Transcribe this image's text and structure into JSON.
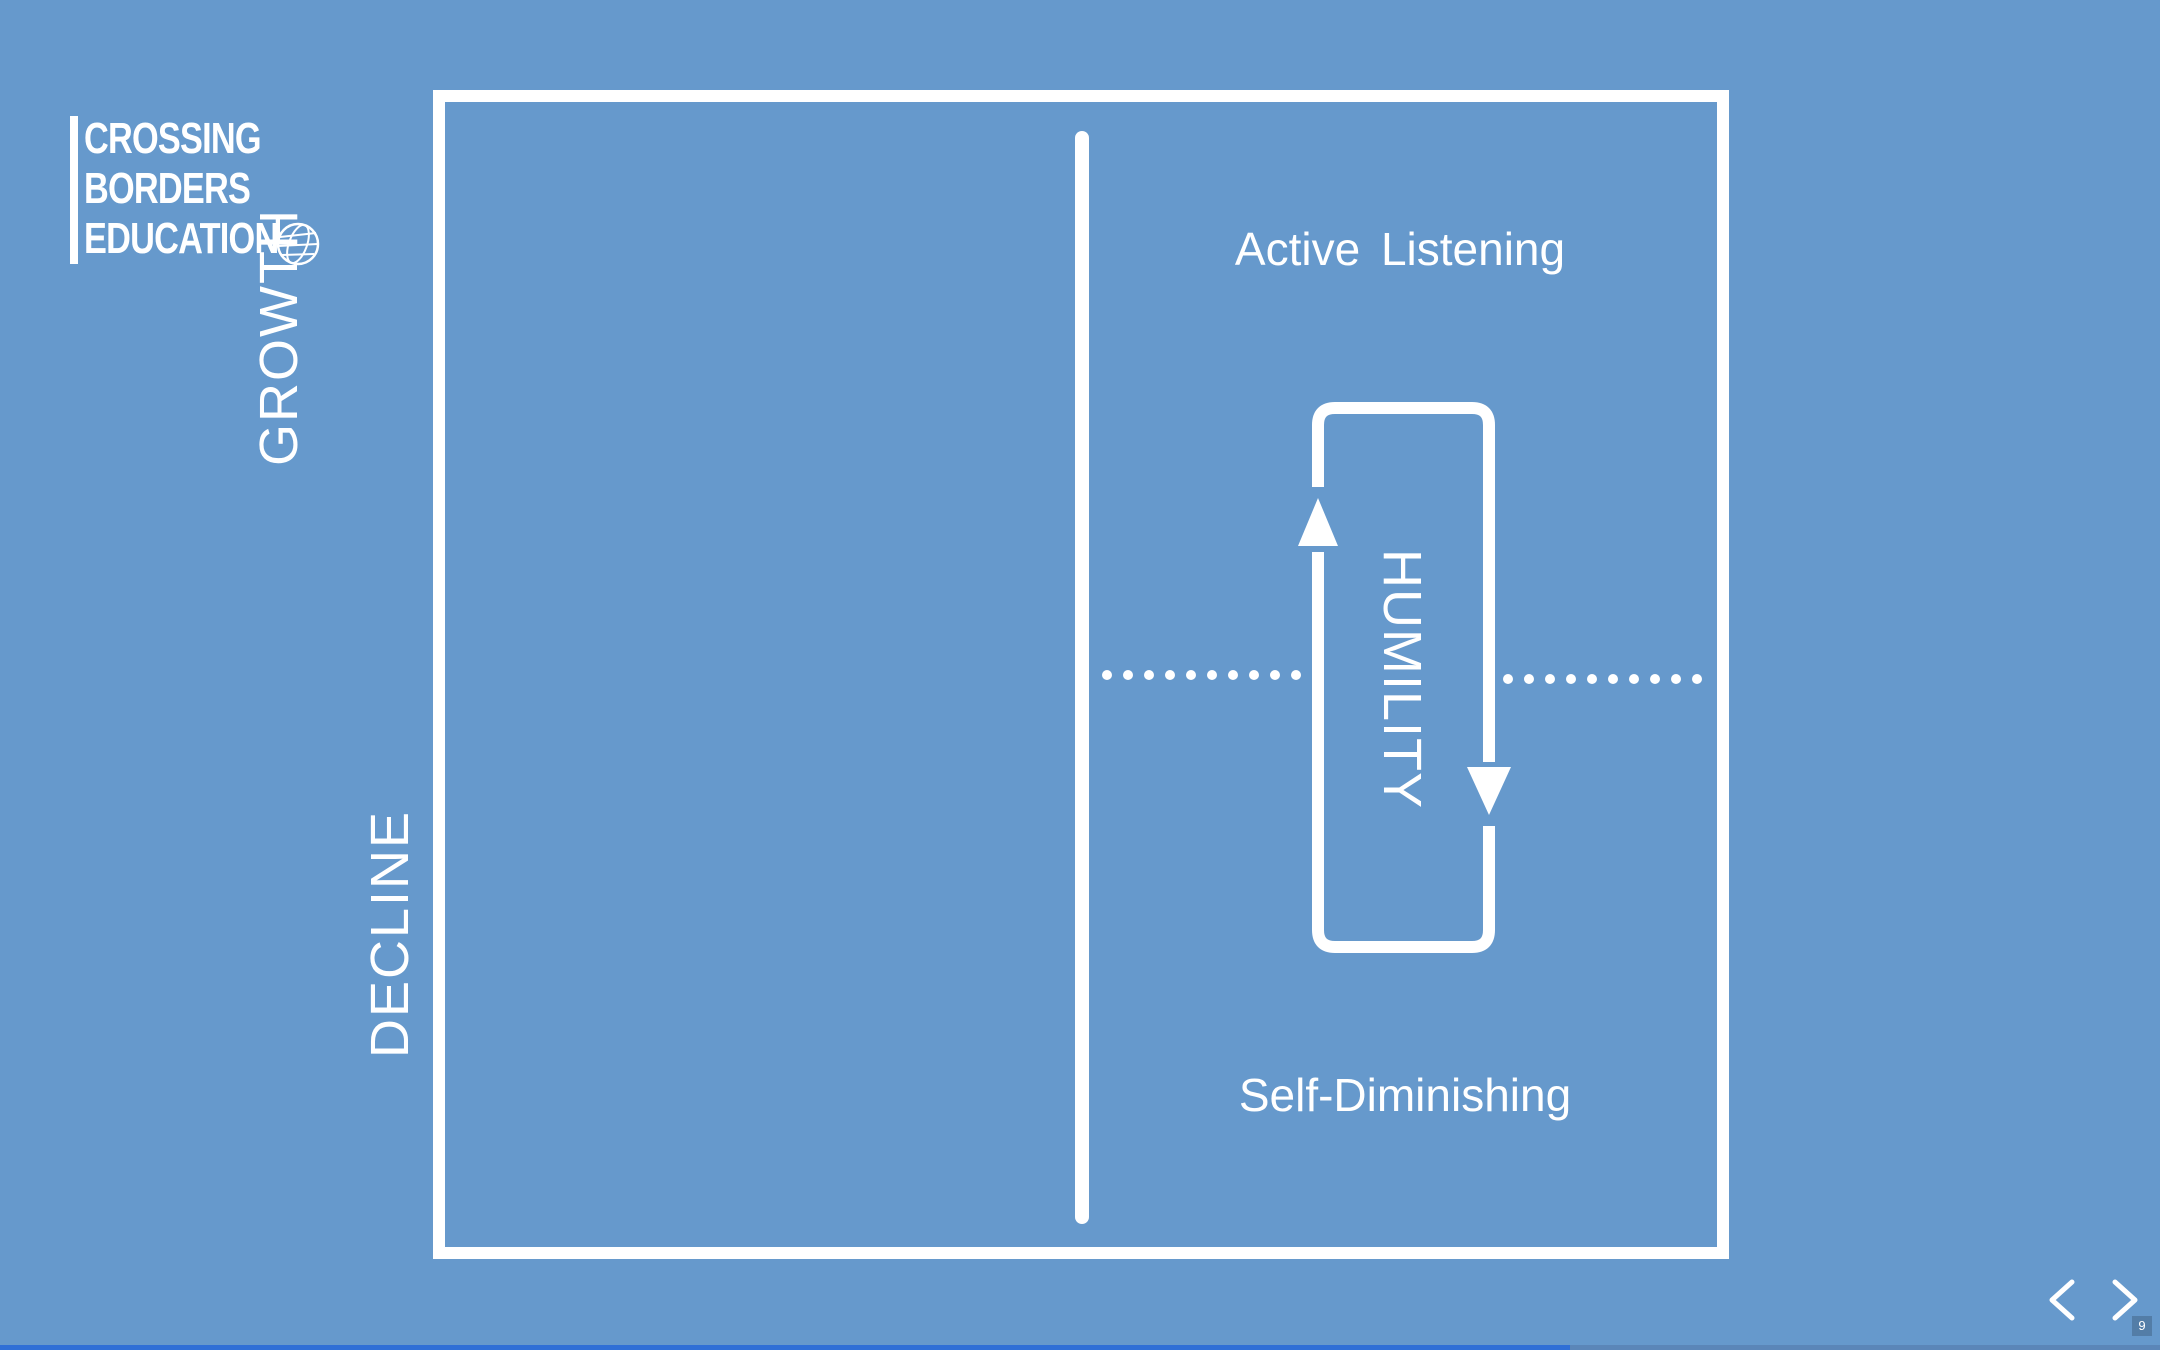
{
  "logo": {
    "line1": "CROSSING",
    "line2": "BORDERS",
    "line3": "EDUCATION",
    "icon": "globe-icon"
  },
  "axis": {
    "growth": "GROWTH",
    "decline": "DECLINE"
  },
  "diagram": {
    "top_label": "Active Listening",
    "bottom_label": "Self-Diminishing",
    "center_label": "HUMILITY"
  },
  "navigation": {
    "prev_icon": "chevron-left-icon",
    "next_icon": "chevron-right-icon",
    "page_number": "9"
  },
  "progress": {
    "fraction": 0.727
  },
  "colors": {
    "background": "#6699cc",
    "foreground": "#ffffff",
    "progress": "#2f6fd6"
  }
}
